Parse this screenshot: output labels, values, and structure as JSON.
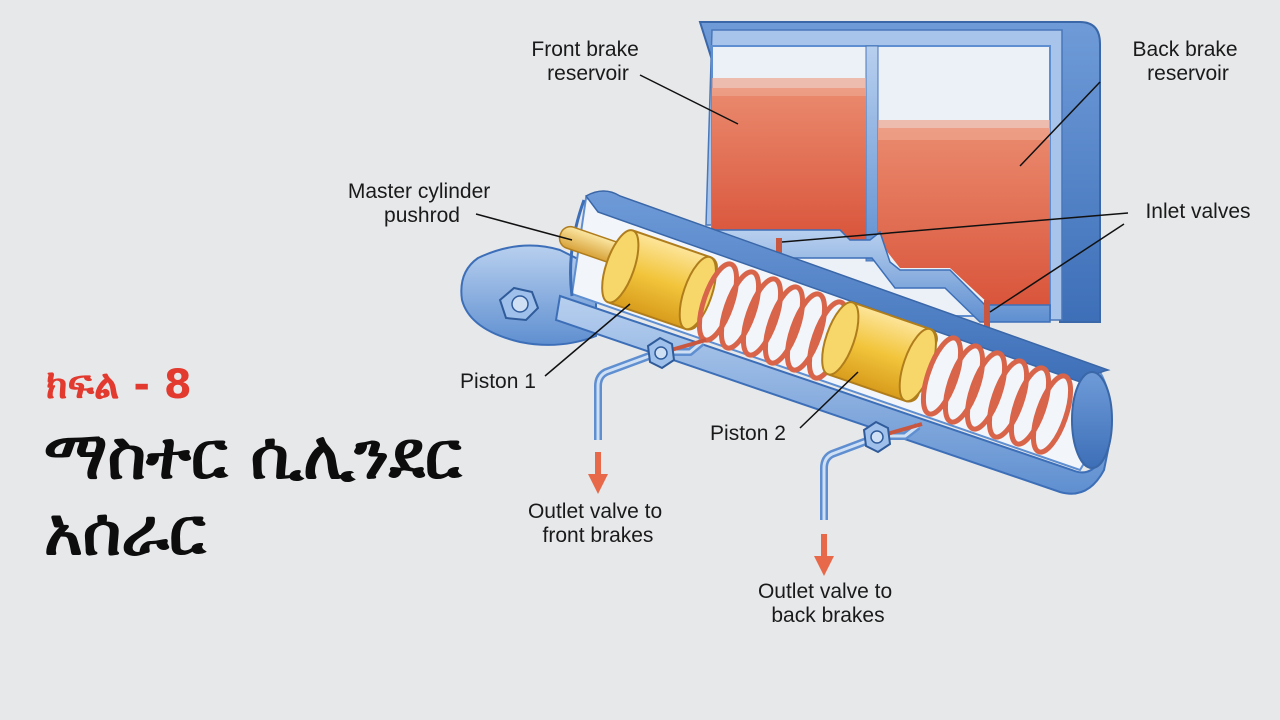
{
  "title": {
    "part": "ክፍል - 8",
    "heading": "ማስተር ሲሊንደር አሰራር"
  },
  "labels": {
    "front_reservoir": [
      "Front brake",
      "reservoir"
    ],
    "back_reservoir": [
      "Back brake",
      "reservoir"
    ],
    "pushrod": [
      "Master cylinder",
      "pushrod"
    ],
    "inlet_valves": [
      "Inlet valves"
    ],
    "piston1": [
      "Piston 1"
    ],
    "piston2": [
      "Piston 2"
    ],
    "outlet_front": [
      "Outlet valve to",
      "front brakes"
    ],
    "outlet_back": [
      "Outlet valve to",
      "back brakes"
    ]
  },
  "colors": {
    "background": "#e7e8ea",
    "fluid": "#e06a4f",
    "housing": "#7fa9de",
    "piston": "#f2c53c",
    "spring": "#d8644a",
    "title_accent": "#e23a2e"
  }
}
